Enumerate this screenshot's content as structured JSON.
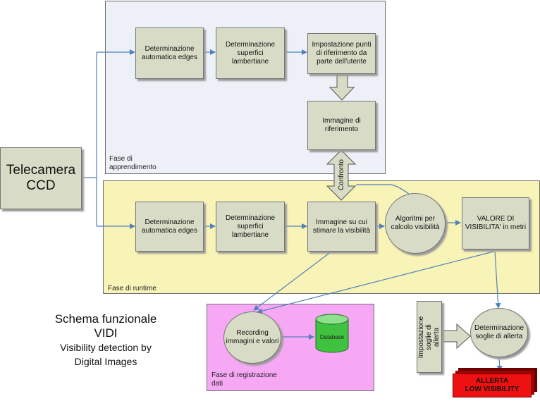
{
  "phases": {
    "learning": "Fase di apprendimento",
    "runtime": "Fase di runtime",
    "recording": "Fase di registrazione dati"
  },
  "camera": {
    "label": "Telecamera CCD"
  },
  "learning_boxes": {
    "edges": "Determinazione automatica edges",
    "surfaces": "Determinazione superfici lambertiane",
    "points": "Impostazione punti di riferimento da parte dell'utente",
    "reference": "Immagine di riferimento"
  },
  "comparison": {
    "label": "Confronto"
  },
  "runtime_boxes": {
    "edges": "Determinazione automatica edges",
    "surfaces": "Determinazione superfici lambertiane",
    "image": "Immagine su cui stimare la visibilità",
    "algorithms": "Algoritmi per calcolo visibilità",
    "value": "VALORE DI VISIBILITA' in metri"
  },
  "recording": {
    "recorder": "Recording immagini e valori",
    "database": "Database"
  },
  "thresholds": {
    "setting": "Impostazione soglie di allerta",
    "determination": "Determinazione soglie di allerta"
  },
  "alert": {
    "line1": "ALLERTA",
    "line2": "LOW VISIBILITY"
  },
  "title": {
    "line1": "Schema funzionale",
    "line2": "VIDI",
    "line3": "Visibility detection by",
    "line4": "Digital Images"
  }
}
